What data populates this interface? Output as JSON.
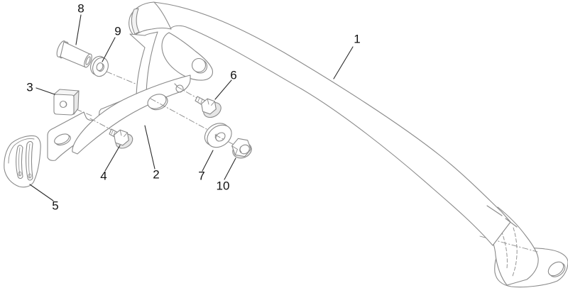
{
  "diagram": {
    "background_color": "#ffffff",
    "line_color": "#8a8a8a",
    "label_color": "#111111",
    "callouts": [
      {
        "number": "1"
      },
      {
        "number": "2"
      },
      {
        "number": "3"
      },
      {
        "number": "4"
      },
      {
        "number": "5"
      },
      {
        "number": "6"
      },
      {
        "number": "7"
      },
      {
        "number": "8"
      },
      {
        "number": "9"
      },
      {
        "number": "10"
      }
    ]
  }
}
